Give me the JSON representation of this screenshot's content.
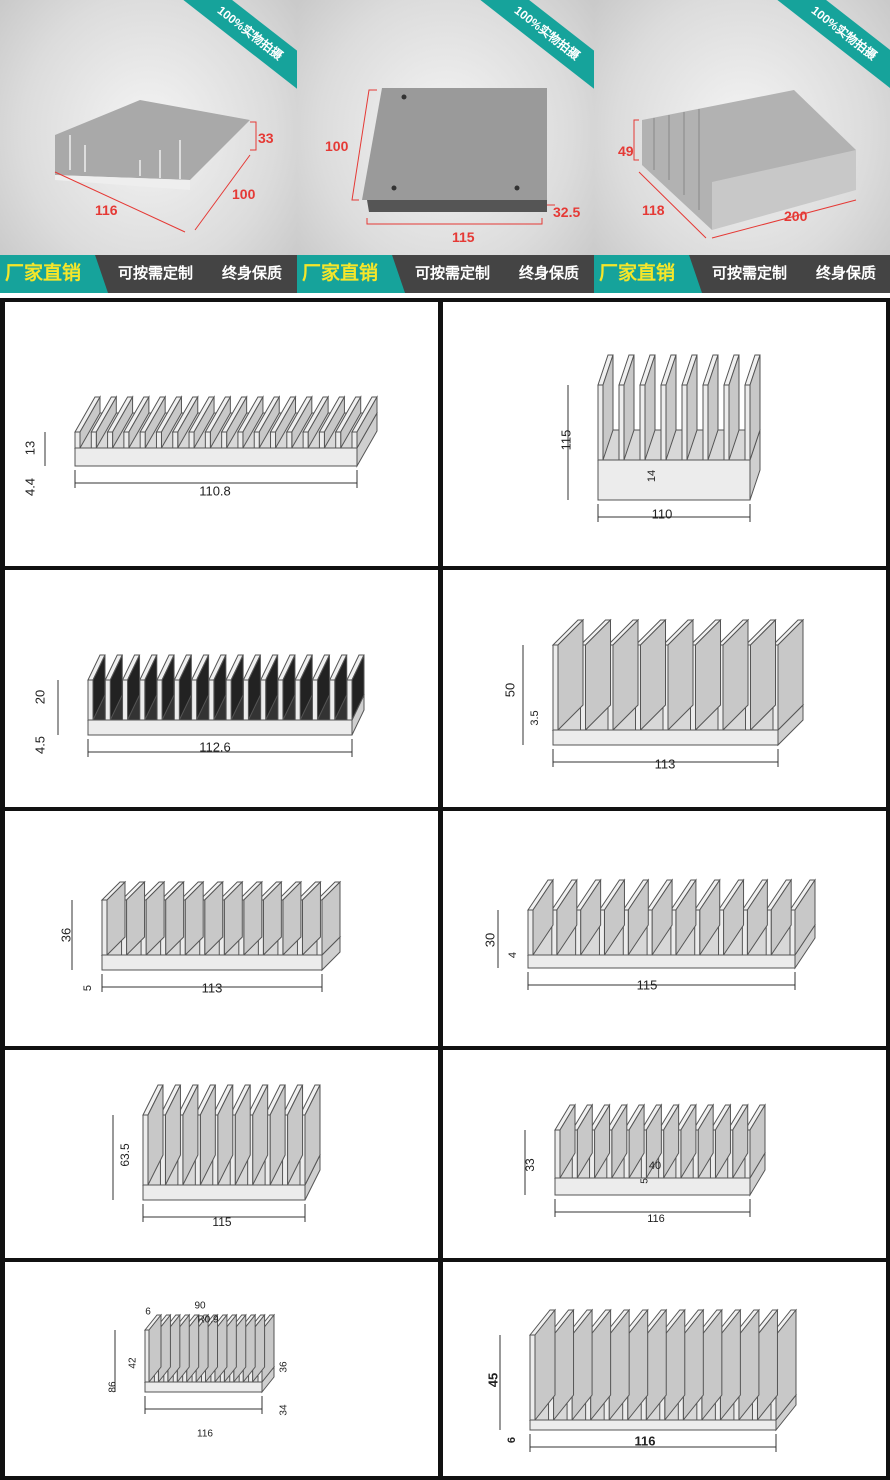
{
  "top_panels": [
    {
      "ribbon": "100%实物拍摄",
      "dims": [
        "33",
        "116",
        "100"
      ],
      "banner": {
        "highlight": "厂家直销",
        "slogans": [
          "可按需定制",
          "终身保质"
        ]
      }
    },
    {
      "ribbon": "100%实物拍摄",
      "dims": [
        "100",
        "115",
        "32.5"
      ],
      "banner": {
        "highlight": "厂家直销",
        "slogans": [
          "可按需定制",
          "终身保质"
        ]
      }
    },
    {
      "ribbon": "100%实物拍摄",
      "dims": [
        "49",
        "118",
        "200"
      ],
      "banner": {
        "highlight": "厂家直销",
        "slogans": [
          "可按需定制",
          "终身保质"
        ]
      }
    }
  ],
  "colors": {
    "teal": "#16a39b",
    "highlight_text": "#f5e62a",
    "banner_dark": "#444444",
    "dimension_red": "#e53935"
  },
  "drawings": [
    {
      "labels": [
        "13",
        "4.4",
        "110.8"
      ]
    },
    {
      "labels": [
        "115",
        "14",
        "110"
      ]
    },
    {
      "labels": [
        "20",
        "4.5",
        "112.6"
      ]
    },
    {
      "labels": [
        "50",
        "3.5",
        "113"
      ]
    },
    {
      "labels": [
        "36",
        "5",
        "113"
      ]
    },
    {
      "labels": [
        "30",
        "4",
        "115"
      ]
    },
    {
      "labels": [
        "63.5",
        "115"
      ]
    },
    {
      "labels": [
        "33",
        "40",
        "5",
        "116"
      ]
    },
    {
      "labels": [
        "6",
        "90",
        "R0.9",
        "86",
        "42",
        "36",
        "34",
        "116"
      ]
    },
    {
      "labels": [
        "45",
        "6",
        "116"
      ]
    }
  ]
}
